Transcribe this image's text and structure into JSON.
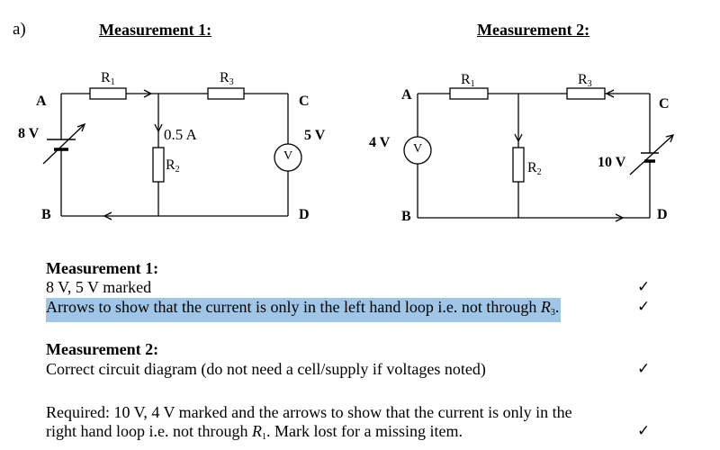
{
  "part_label": "a)",
  "m1": {
    "title": "Measurement 1:",
    "node_a": "A",
    "node_b": "B",
    "node_c": "C",
    "node_d": "D",
    "r1": "R",
    "r1_sub": "1",
    "r2": "R",
    "r2_sub": "2",
    "r3": "R",
    "r3_sub": "3",
    "voltmeter": "V",
    "supply_voltage": "8 V",
    "current": "0.5 A",
    "meter_voltage": "5 V"
  },
  "m2": {
    "title": "Measurement 2:",
    "node_a": "A",
    "node_b": "B",
    "node_c": "C",
    "node_d": "D",
    "r1": "R",
    "r1_sub": "1",
    "r2": "R",
    "r2_sub": "2",
    "r3": "R",
    "r3_sub": "3",
    "voltmeter": "V",
    "meter_voltage": "4 V",
    "supply_voltage": "10 V"
  },
  "scheme": {
    "m1_heading": "Measurement 1:",
    "m1_line1": "8 V, 5 V  marked",
    "m1_line2_pre": "Arrows to show that the current is only in the left hand loop i.e. not through ",
    "m1_line2_r": "R",
    "m1_line2_sub": "3",
    "m1_line2_post": ".",
    "m2_heading": "Measurement 2:",
    "m2_line1": "Correct circuit diagram (do not need a cell/supply if voltages noted)",
    "m2_line2": "Required: 10 V, 4 V marked and the arrows to show that the current is only in the",
    "m2_line3_pre": "right hand loop i.e. not through ",
    "m2_line3_r": "R",
    "m2_line3_sub": "1",
    "m2_line3_post": ". Mark lost for a missing item.",
    "tick": "✓"
  }
}
